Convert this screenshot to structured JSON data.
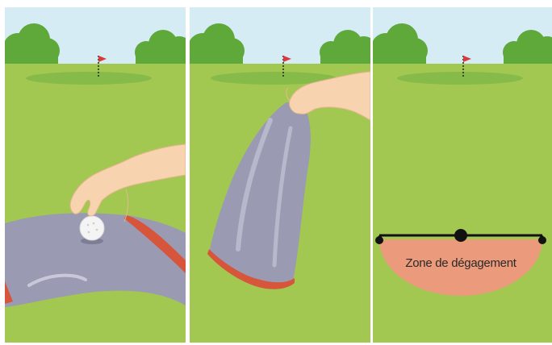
{
  "panels": [
    {
      "id": "place-ball",
      "description_label": ""
    },
    {
      "id": "drop-cloth",
      "description_label": ""
    },
    {
      "id": "relief-area",
      "zone_label": "Zone de dégagement"
    }
  ],
  "colors": {
    "sky": "#d6ecf4",
    "grass": "#a3c852",
    "green": "#8cbf4f",
    "tree": "#5fa83a",
    "towel": "#9a9ab3",
    "towel_border": "#d7553a",
    "zone": "#eb9a7c",
    "flag": "#d93a3a"
  },
  "icons": [
    "flag-icon",
    "golf-ball-icon",
    "hand-icon",
    "towel-icon",
    "relief-zone-icon"
  ]
}
